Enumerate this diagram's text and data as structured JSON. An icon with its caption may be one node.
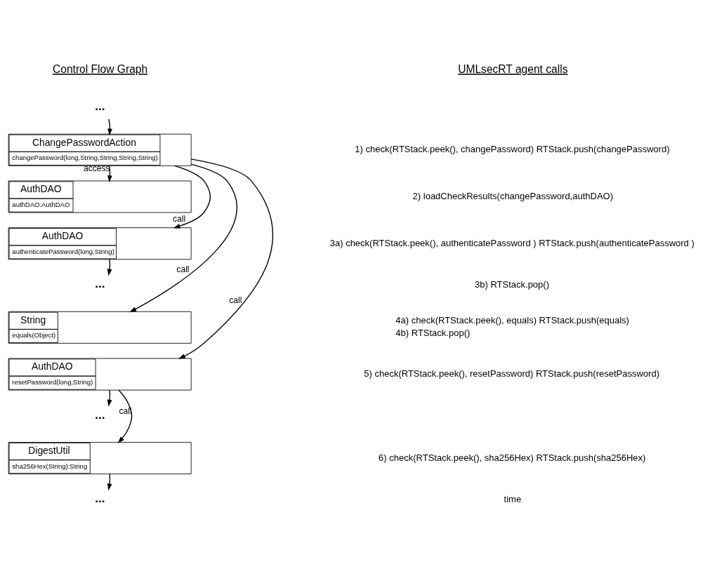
{
  "diagram": {
    "nodes": [
      {
        "text": [
          "..."
        ]
      },
      {
        "text": [
          "ChangePasswordAction",
          "changePassword(long,String,String,String,String)"
        ]
      },
      {
        "text": [
          "AuthDAO",
          "authDAO:AuthDAO"
        ]
      },
      {
        "text": [
          "AuthDAO",
          "authenticatePassword(long,String)"
        ]
      },
      {
        "text": [
          "..."
        ]
      },
      {
        "text": [
          "String",
          "equals(Object)"
        ]
      },
      {
        "text": [
          "AuthDAO",
          "resetPassword(long,String)"
        ]
      },
      {
        "text": [
          "..."
        ]
      },
      {
        "text": [
          "DigestUtil",
          "sha256Hex(String):String"
        ]
      },
      {
        "text": [
          "..."
        ]
      }
    ],
    "edges": [
      {
        "from": 0,
        "to": 1,
        "arrow": "to"
      },
      {
        "from": 1,
        "to": 2,
        "arrow": "to",
        "label": "access"
      },
      {
        "from": 1,
        "to": 3,
        "arrow": "to",
        "label": "call"
      },
      {
        "from": 3,
        "to": 4,
        "arrow": "to"
      },
      {
        "from": 1,
        "to": 5,
        "arrow": "to",
        "label": "call"
      },
      {
        "from": 1,
        "to": 6,
        "arrow": "to",
        "label": "call"
      },
      {
        "from": 6,
        "to": 7,
        "arrow": "to"
      },
      {
        "from": 6,
        "to": 8,
        "arrow": "to",
        "label": "call"
      },
      {
        "from": 8,
        "to": 9,
        "arrow": "to"
      }
    ],
    "labels": [
      "Control Flow Graph",
      "UMLsecRT agent calls",
      "1) check(RTStack.peek(), changePassword) RTStack.push(changePassword)",
      "2) loadCheckResults(changePassword,authDAO)",
      "3a) check(RTStack.peek(), authenticatePassword ) RTStack.push(authenticatePassword )",
      "3b) RTStack.pop()",
      "4a) check(RTStack.peek(), equals) RTStack.push(equals)",
      "4b) RTStack.pop()",
      "5) check(RTStack.peek(), resetPassword) RTStack.push(resetPassword)",
      "6) check(RTStack.peek(), sha256Hex) RTStack.push(sha256Hex)",
      "time"
    ]
  }
}
